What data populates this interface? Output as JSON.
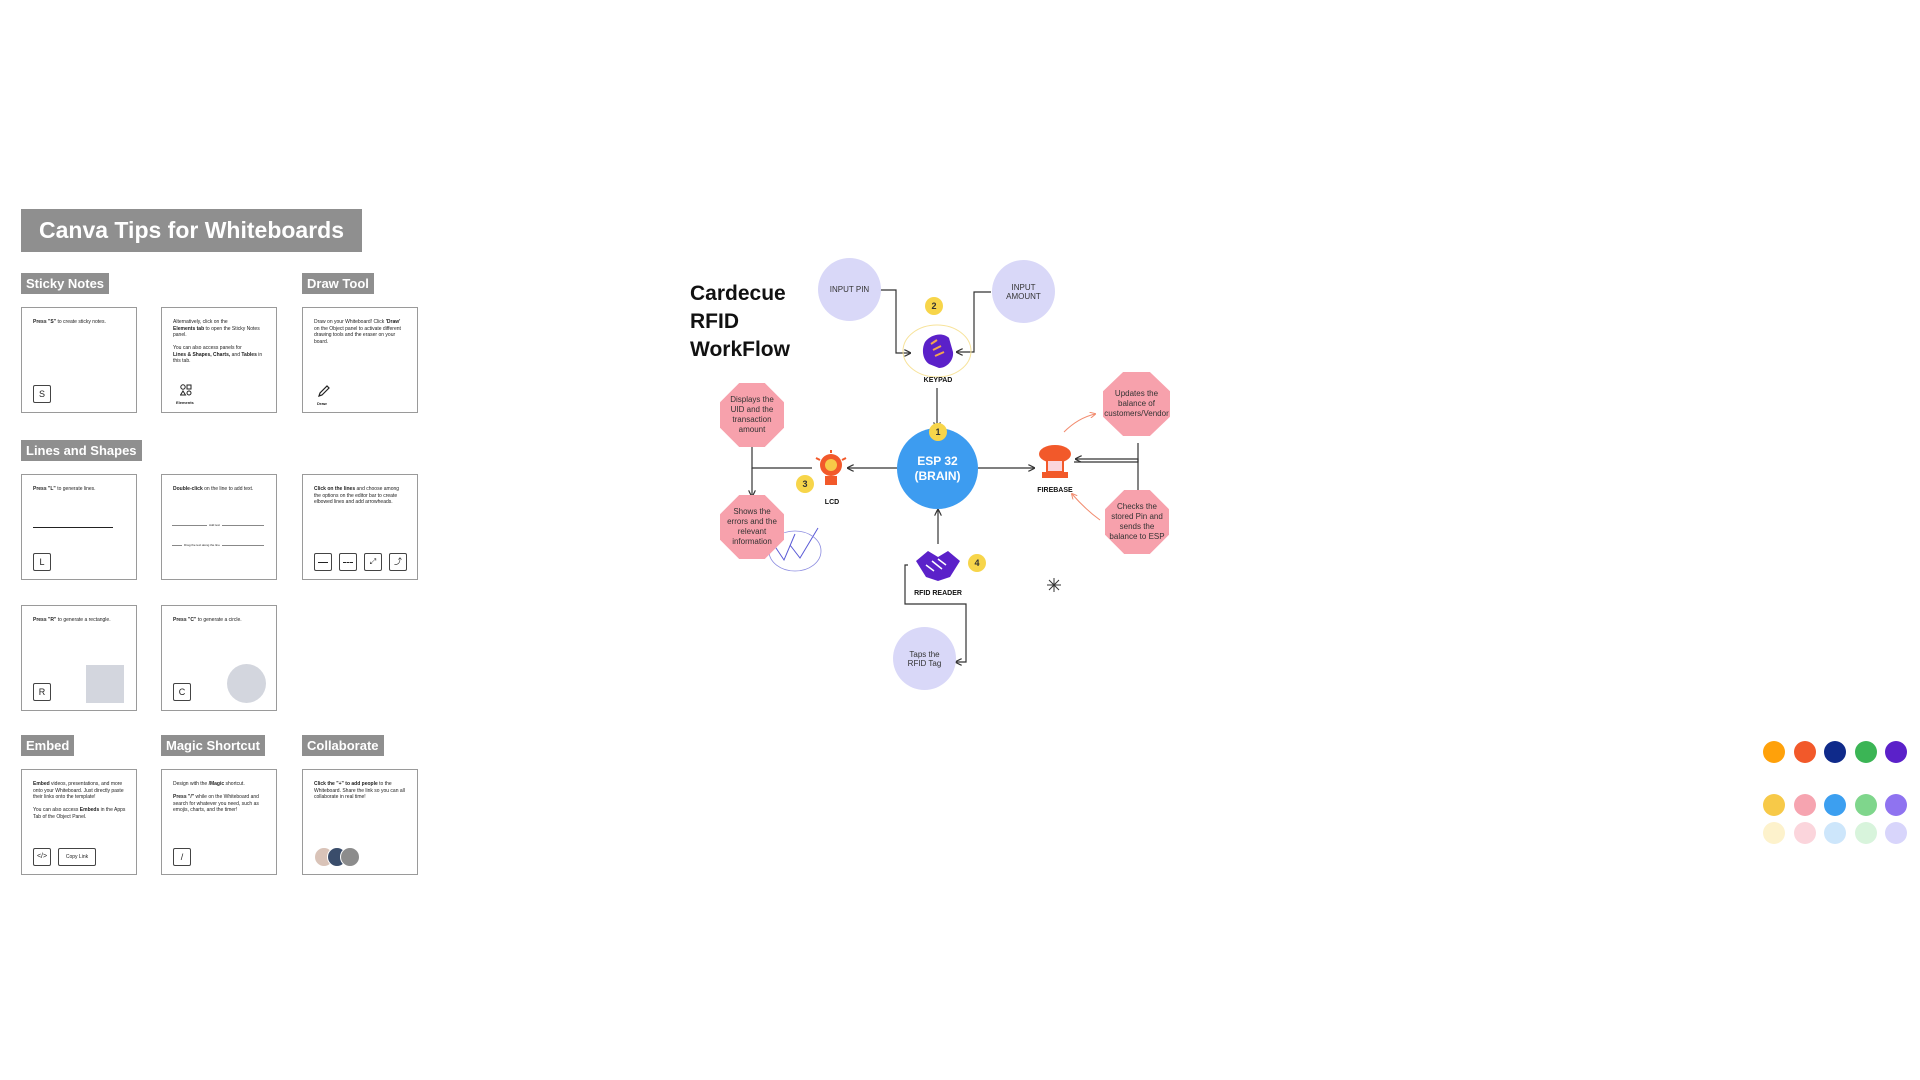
{
  "tips": {
    "title": "Canva Tips for Whiteboards",
    "sections": {
      "sticky_notes": "Sticky Notes",
      "draw_tool": "Draw Tool",
      "lines_shapes": "Lines and Shapes",
      "embed": "Embed",
      "magic_shortcut": "Magic Shortcut",
      "collaborate": "Collaborate"
    },
    "cards": {
      "sticky_s": {
        "text_bold": "Press \"S\"",
        "text": " to create sticky notes.",
        "key": "S"
      },
      "elements": {
        "line1": "Alternatively, click on the",
        "bold1": "Elements tab",
        "line2": " to open the Sticky Notes panel.",
        "line3": "You can also access panels for",
        "bold2": "Lines & Shapes, Charts,",
        "line4": " and ",
        "bold3": "Tables",
        "line5": " in this tab.",
        "label": "Elements"
      },
      "draw": {
        "line1": "Draw on your Whiteboard! Click",
        "bold1": "'Draw'",
        "line2": " on the Object panel to activate different drawing tools and the eraser on your board.",
        "label": "Draw"
      },
      "lines_l": {
        "text_bold": "Press \"L\"",
        "text": " to generate lines.",
        "key": "L"
      },
      "double_click": {
        "bold1": "Double-click",
        "text": " on the line to add text.",
        "sample1": "Add text",
        "sample2": "Drag the text along the line"
      },
      "click_lines": {
        "bold1": "Click on the lines",
        "text": " and choose among the options on the editor bar to create elbowed lines and add arrowheads."
      },
      "rect": {
        "text_bold": "Press \"R\"",
        "text": " to generate a rectangle.",
        "key": "R"
      },
      "circle": {
        "text_bold": "Press \"C\"",
        "text": " to generate a circle.",
        "key": "C"
      },
      "embed": {
        "bold1": "Embed",
        "text1": " videos, presentations, and more onto your Whiteboard. Just directly paste their links onto the template!",
        "text2": "You can also access ",
        "bold2": "Embeds",
        "text3": " in the Apps Tab of the Object Panel.",
        "button": "Copy Link"
      },
      "magic": {
        "text1": "Design with the ",
        "bold1": "/Magic",
        "text2": " shortcut.",
        "bold2": "Press \"/\"",
        "text3": " while on the Whiteboard and search for whatever you need, such as emojis, charts, and the timer!",
        "key": "/"
      },
      "collab": {
        "bold1": "Click the \"+\" to add people",
        "text": " to the Whiteboard. Share the link so you can all collaborate in real time!"
      }
    }
  },
  "diagram": {
    "title_lines": [
      "Cardecue",
      "RFID",
      "WorkFlow"
    ],
    "center": {
      "line1": "ESP 32",
      "line2": "(BRAIN)"
    },
    "input_pin": "INPUT PIN",
    "input_amount": "INPUT AMOUNT",
    "keypad": "KEYPAD",
    "lcd": "LCD",
    "firebase": "FIREBASE",
    "rfid_reader": "RFID READER",
    "taps": "Taps the RFID Tag",
    "displays": "Displays the UID and the transaction amount",
    "shows_errors": "Shows the errors and the relevant information",
    "updates": "Updates the balance of customers/Vendor",
    "checks": "Checks the stored Pin and sends the balance to ESP",
    "badges": [
      "1",
      "2",
      "3",
      "4"
    ]
  },
  "palette": {
    "row1": [
      "#ffa10a",
      "#f2592a",
      "#0f2a8a",
      "#3bb555",
      "#5b21c9"
    ],
    "row2": [
      "#f7c948",
      "#f6a4b0",
      "#3c9ff0",
      "#7fd68c",
      "#8f73f0"
    ],
    "row3": [
      "#fdf2cc",
      "#fbd5dc",
      "#cde6fb",
      "#d8f4dc",
      "#d8d5fb"
    ]
  }
}
